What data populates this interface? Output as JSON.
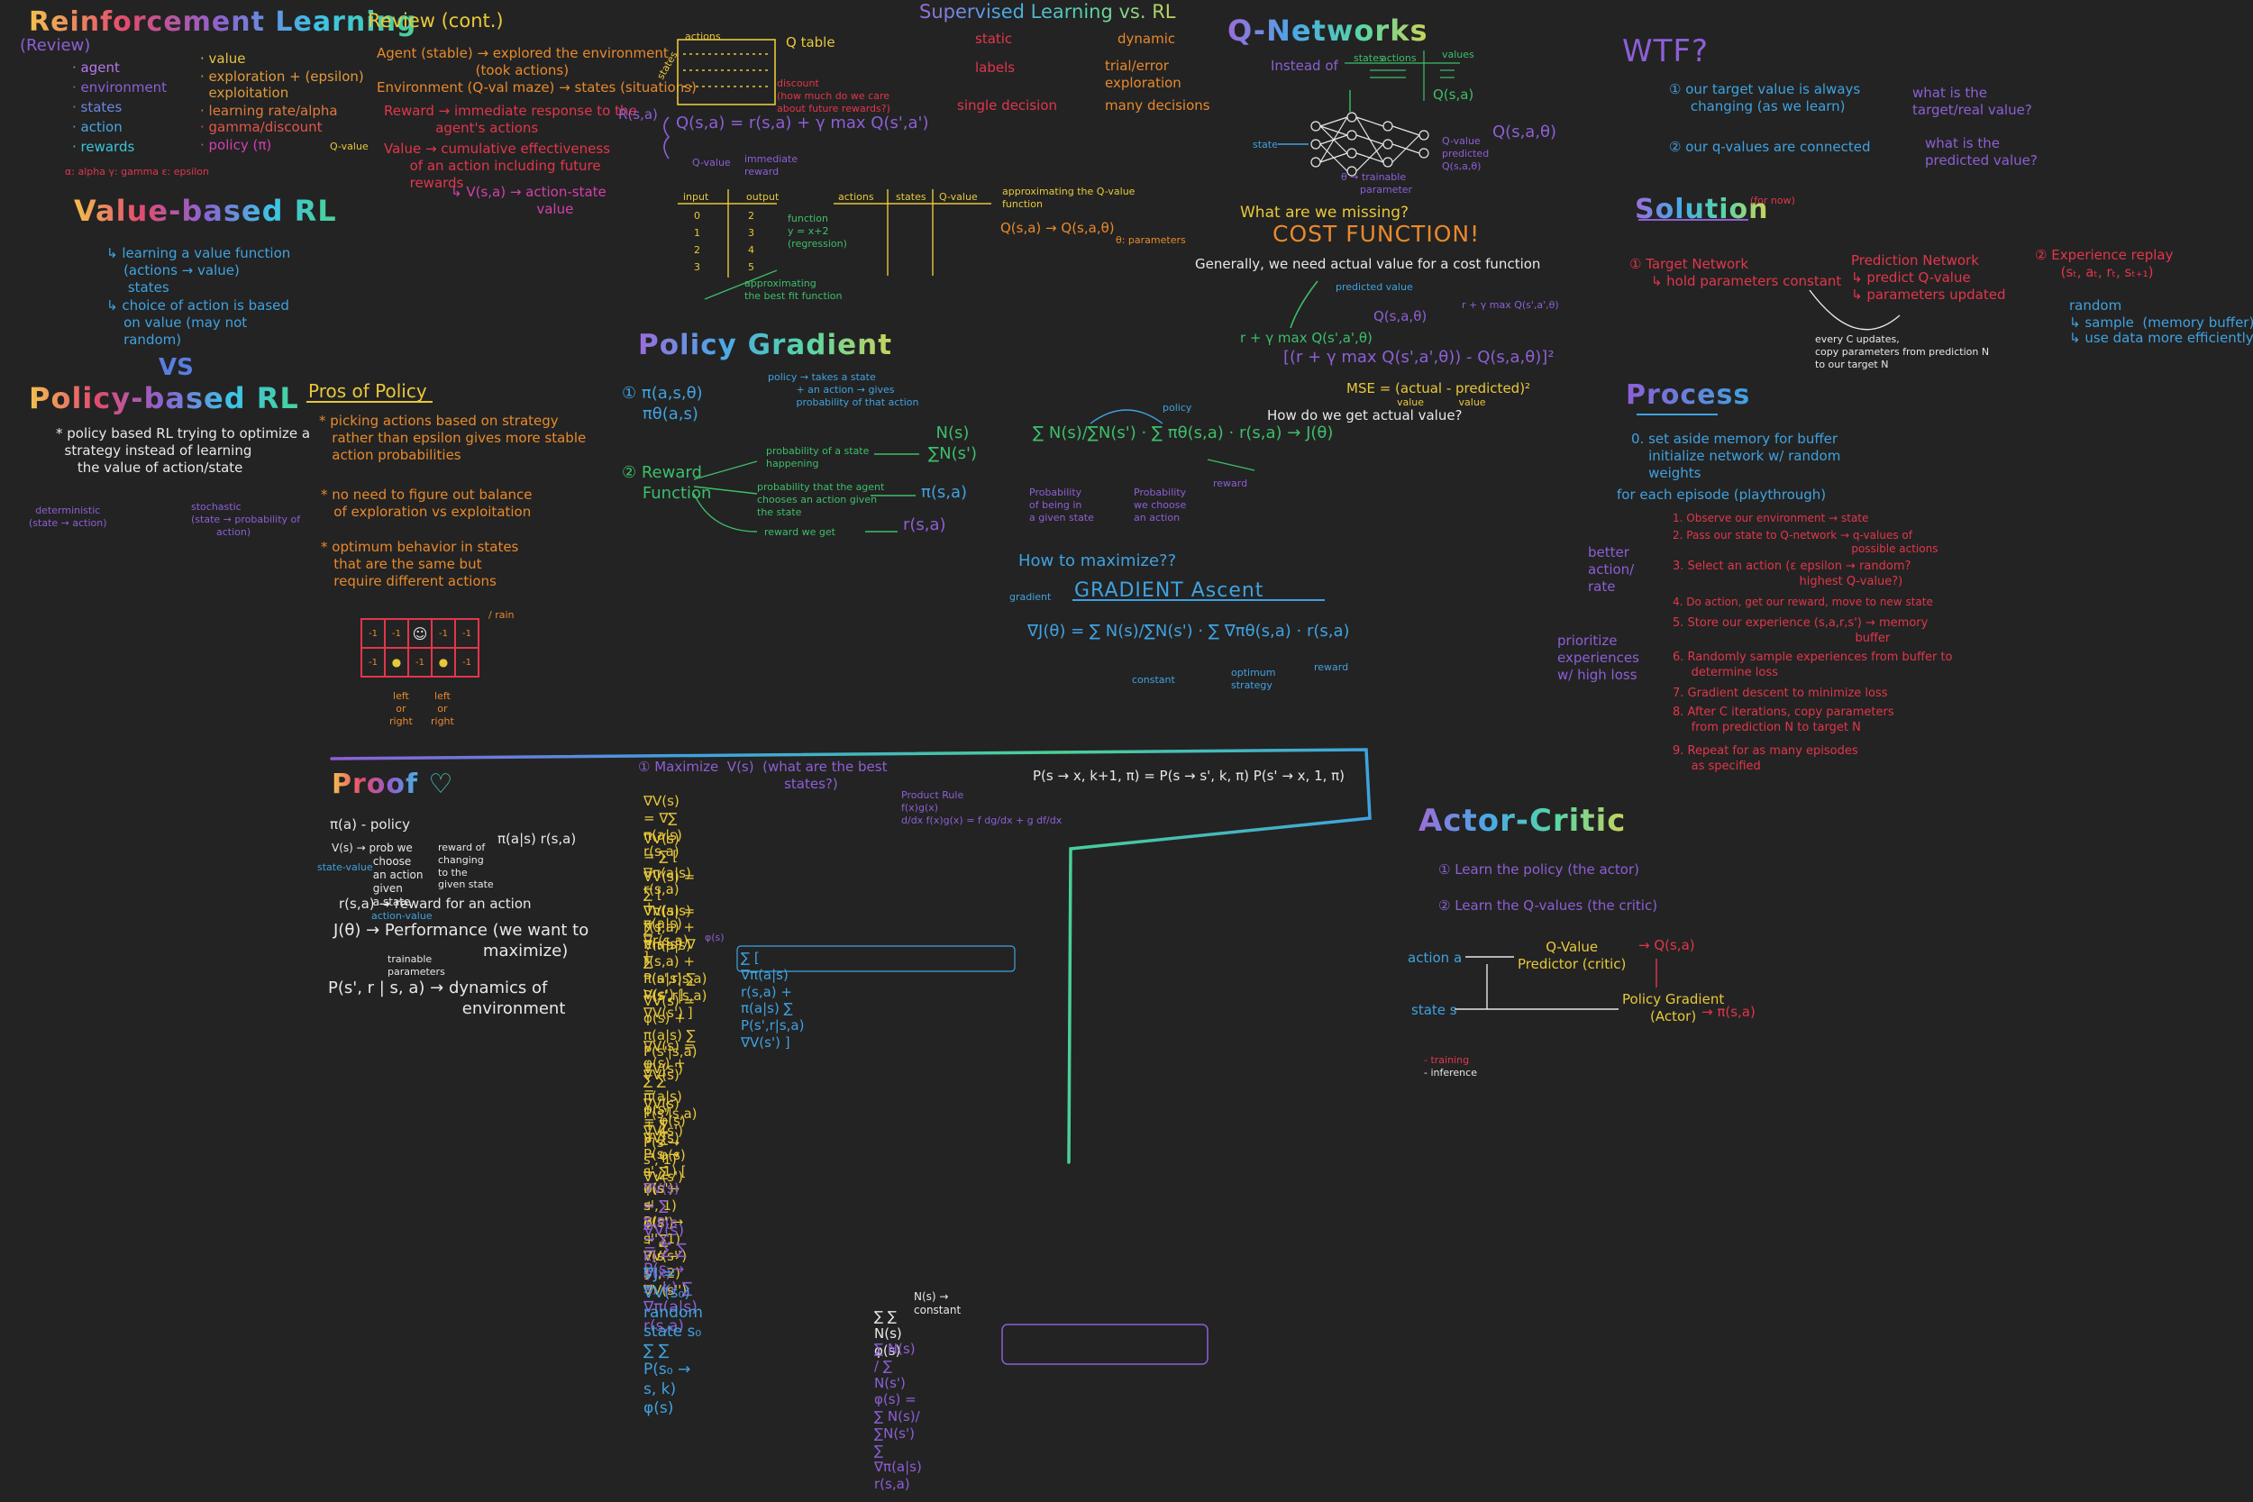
{
  "colors": {
    "background": "#232323",
    "purple": "#8d5fd6",
    "blue": "#3fa2e0",
    "teal": "#34c3b3",
    "green": "#3cbf6a",
    "yellow": "#e8c83a",
    "orange": "#e8892c",
    "red": "#e2364b",
    "magenta": "#d43fae",
    "white": "#e8e8e8"
  },
  "rl": {
    "title": "Reinforcement Learning",
    "review": "(Review)",
    "left_items": [
      "· agent",
      "· environment",
      "· states",
      "· action",
      "· rewards"
    ],
    "right_items": [
      "· value",
      "· exploration + (epsilon)\n  exploitation",
      "· learning rate/alpha",
      "· gamma/discount",
      "· policy (π)"
    ],
    "greek": "α: alpha   γ: gamma   ε: epsilon"
  },
  "review_cont": {
    "title": "Review (cont.)",
    "lines": [
      "Agent (stable) → explored the environment\n                       (took actions)",
      "Environment (Q-val maze) → states (situations)",
      "Reward → immediate response to the\n            agent's actions",
      "Value → cumulative effectiveness\n      of an action including future\n      rewards",
      "↳ V(s,a) → action-state\n                    value"
    ],
    "q_value_arrow": "Q-value"
  },
  "qtable": {
    "label_top": "actions",
    "label_side": "states",
    "label": "Q table",
    "note": "discount\n(how much do we care\nabout future rewards?)",
    "eq": "Q(s,a) = r(s,a) + γ max Q(s',a')",
    "under1": "Q-value",
    "under2": "immediate\nreward",
    "small_eq": "R(s,a)"
  },
  "fn_table": {
    "head_input": "input",
    "head_output": "output",
    "inputs": [
      "0",
      "1",
      "2",
      "3"
    ],
    "outputs": [
      "2",
      "3",
      "4",
      "5"
    ],
    "brace": "function\ny = x+2\n(regression)",
    "approx": "approximating\nthe best fit function"
  },
  "qtable2": {
    "head_actions": "actions",
    "head_states": "states",
    "head_q": "Q-value",
    "brace": "approximating the Q-value\nfunction",
    "eq": "Q(s,a) → Q(s,a,θ)",
    "params": "θ: parameters"
  },
  "supervised": {
    "title": "Supervised Learning vs. RL",
    "left": [
      "static",
      "labels",
      "single decision"
    ],
    "right": [
      "dynamic",
      "trial/error\nexploration",
      "many decisions"
    ]
  },
  "qnet": {
    "title": "Q-Networks",
    "instead": "Instead of",
    "tbl_states": "states",
    "tbl_actions": "actions",
    "tbl_values": "values",
    "q_label": "Q(s,a)",
    "state": "state",
    "theta": "θ → trainable\n      parameter",
    "qvalue_out": "Q-value\npredicted\nQ(s,a,θ)",
    "big": "Q(s,a,θ)",
    "missing": "What are we missing?",
    "cost": "COST FUNCTION!",
    "generally": "Generally, we need  actual value  for a cost function",
    "predicted": "predicted value",
    "q1": "Q(s,a,θ)",
    "target": "r + γ max Q(s',a',θ)",
    "target2": "r + γ max Q(s',a',θ)",
    "bracket": "[(r + γ max Q(s',a',θ)) - Q(s,a,θ)]²",
    "mse": "MSE = (actual - predicted)²",
    "mse_sub": "value           value",
    "how": "How do we get actual value?"
  },
  "wtf": {
    "title": "WTF?",
    "q1": "① our target value is always\n     changing (as we learn)",
    "a1": "what is the\ntarget/real value?",
    "q2": "② our q-values are connected",
    "a2": "what is the\npredicted value?"
  },
  "solution": {
    "title": "Solution",
    "note": "(for now)",
    "n1": "① Target Network\n     ↳ hold parameters constant",
    "pred": "Prediction Network\n↳ predict Q-value\n↳ parameters updated",
    "every": "every C updates,\ncopy parameters from prediction N\nto our target N",
    "n2": "② Experience replay\n      (sₜ, aₜ, rₜ, sₜ₊₁)",
    "rand": "random\n↳ sample  (memory buffer)",
    "eff": "↳ use data more efficiently"
  },
  "process": {
    "title": "Process",
    "step0": "0. set aside memory for buffer\n    initialize network w/ random\n    weights",
    "foreach": "for each episode (playthrough)",
    "steps": [
      "1. Observe our environment → state",
      "2. Pass our state to Q-network → q-values of\n                                                    possible actions",
      "3. Select an action (ε epsilon → random?\n                                  highest Q-value?)",
      "4. Do action, get our reward, move to new state",
      "5. Store our experience (s,a,r,s') → memory\n                                                 buffer",
      "6. Randomly sample experiences from buffer to\n     determine loss",
      "7. Gradient descent to minimize loss",
      "8. After C iterations, copy parameters\n     from prediction N to target N",
      "9. Repeat for as many episodes\n     as specified"
    ],
    "side1": "better\naction/\nrate",
    "side2": "prioritize\nexperiences\nw/ high loss"
  },
  "value_based": {
    "title": "Value-based RL",
    "l1": "↳ learning a value function\n    (actions → value)\n     states",
    "l2": "↳ choice of action is based\n    on value (may not\n    random)"
  },
  "vs": "VS",
  "policy_based": {
    "title": "Policy-based RL",
    "text": "* policy based RL trying to optimize a\n  strategy instead of learning\n     the value of action/state",
    "det": "deterministic\n(state → action)",
    "stoch": "stochastic\n(state → probability of\n        action)"
  },
  "pros": {
    "title": "Pros of Policy",
    "items": [
      "* picking actions based on strategy\n   rather than epsilon gives more stable\n   action probabilities",
      "* no need to figure out balance\n   of exploration vs exploitation",
      "* optimum behavior in states\n   that are the same but\n   require different actions"
    ],
    "grid_top": [
      "-1",
      "-1",
      "☺",
      "-1",
      "-1"
    ],
    "grid_bot": [
      "-1",
      "●",
      "-1",
      "●",
      "-1"
    ],
    "grid_label": "/ rain",
    "g1": "left\nor\nright",
    "g2": "left\nor\nright"
  },
  "pg": {
    "title": "Policy Gradient",
    "p1": "① π(a,s,θ)\n    πθ(a,s)",
    "p1_desc": "policy → takes a state\n         + an action → gives\n         probability of that action",
    "p2": "② Reward\n    Function",
    "b1": "probability of a state\nhappening",
    "b2": "probability that the agent\nchooses an action given\nthe state",
    "b3": "reward we get",
    "ns": "N(s)\n∑N(s')",
    "pi": "π(s,a)",
    "r": "r(s,a)",
    "sum": "∑ N(s)/∑N(s') · ∑ πθ(s,a) · r(s,a)  →  J(θ)",
    "prob1": "Probability\nof being in\na given state",
    "prob2": "Probability\nwe choose\nan action",
    "rew": "reward",
    "policy": "policy",
    "how": "How to maximize??",
    "grad": "gradient",
    "ascent": "GRADIENT Ascent",
    "formula": "∇J(θ) = ∑ N(s)/∑N(s') · ∑ ∇πθ(s,a) · r(s,a)",
    "constant": "constant",
    "opt": "optimum\nstrategy",
    "reward": "reward"
  },
  "proof": {
    "title": "Proof ♡",
    "pi": "π(a) - policy",
    "vs": "V(s) → prob we\n            choose\n            an action\n            given\n            a state",
    "vs_sub": "state-value",
    "rew_of": "reward of\nchanging\nto the\ngiven state",
    "pi_r": "π(a|s)  r(s,a)",
    "rsa": "r(s,a) → reward for an action",
    "rsa_sub": "action-value",
    "jt": "J(θ) → Performance (we want to\n                             maximize)",
    "jt_sub": "trainable\nparameters",
    "p": "P(s', r | s, a) → dynamics of\n                          environment",
    "m1": "① Maximize  V(s)  (what are the best\n                                  states?)",
    "lines": [
      "∇V(s) = ∇∑ π(a|s) r(s,a)",
      "∇V(s) = ∑ [ ∇π(a|s) r(s,a) + π(a|s) ∇r(s,a) ]",
      "∇V(s) = ∑ [ ∇π(a|s) r(s,a) + π(a|s) ∇ ∑ P(s',r|s,a) V(s') ]",
      "∇V(s) = ∑ [ ∇π(a|s) r(s,a) + π(a|s) ∑ P(s',r|s,a) ∇V(s') ]",
      "∑ [ ∇π(a|s) r(s,a) + π(a|s) ∑ P(s',r|s,a) ∇V(s') ]",
      "∇V(s) = φ(s) + π(a|s) ∑ P(s'|s,a) ∇V(s')",
      "∇V(s) = φ(s) + ∑ ∑ π(a|s) P(s'|s,a) ∇V(s')",
      "∇V(s) = φ(s) + ∑ P(s → s', 1) ∇V(s')",
      "∇V(s) = φ(s) + ∑ P(s → s', 1) [ φ(s') + ∑ P(s' → s'', 1) ∇V(s'') ]",
      "∇V(s) = φ(s) + ∑ P(s → s', 1) φ(s') + ∑ P(s → s'', 2) ∇V(s'')",
      "∇V(s) = ∑ ∑ P(s → x, k) φ(x)",
      "∇V(s) = ∑ ∑ P(s → x, k) ∑ ∇π(a|s) r(s,a)",
      "∇J = ∇V(s₀)   random state s₀   ∑ ∑ P(s₀ → s, k) φ(s)",
      "N(s) → constant",
      "∑ ∑ N(s) φ(s)",
      "∑ N(s) / ∑ N(s') φ(s) = ∑ N(s)/∑N(s') ∑ ∇π(a|s) r(s,a)"
    ],
    "product": "Product Rule\nf(x)g(x)\nd/dx f(x)g(x) = f dg/dx + g df/dx",
    "phi": "φ(s)",
    "top": "P(s → x, k+1, π) = P(s → s', k, π) P(s' → x, 1, π)"
  },
  "ac": {
    "title": "Actor-Critic",
    "i1": "① Learn the policy (the actor)",
    "i2": "② Learn the Q-values (the critic)",
    "action": "action a",
    "state": "state s",
    "critic": "Q-Value\nPredictor (critic)",
    "qsa": "→ Q(s,a)",
    "actor": "Policy Gradient\n(Actor)",
    "pi": "→ π(s,a)",
    "legend1": "- training",
    "legend2": "- inference"
  }
}
